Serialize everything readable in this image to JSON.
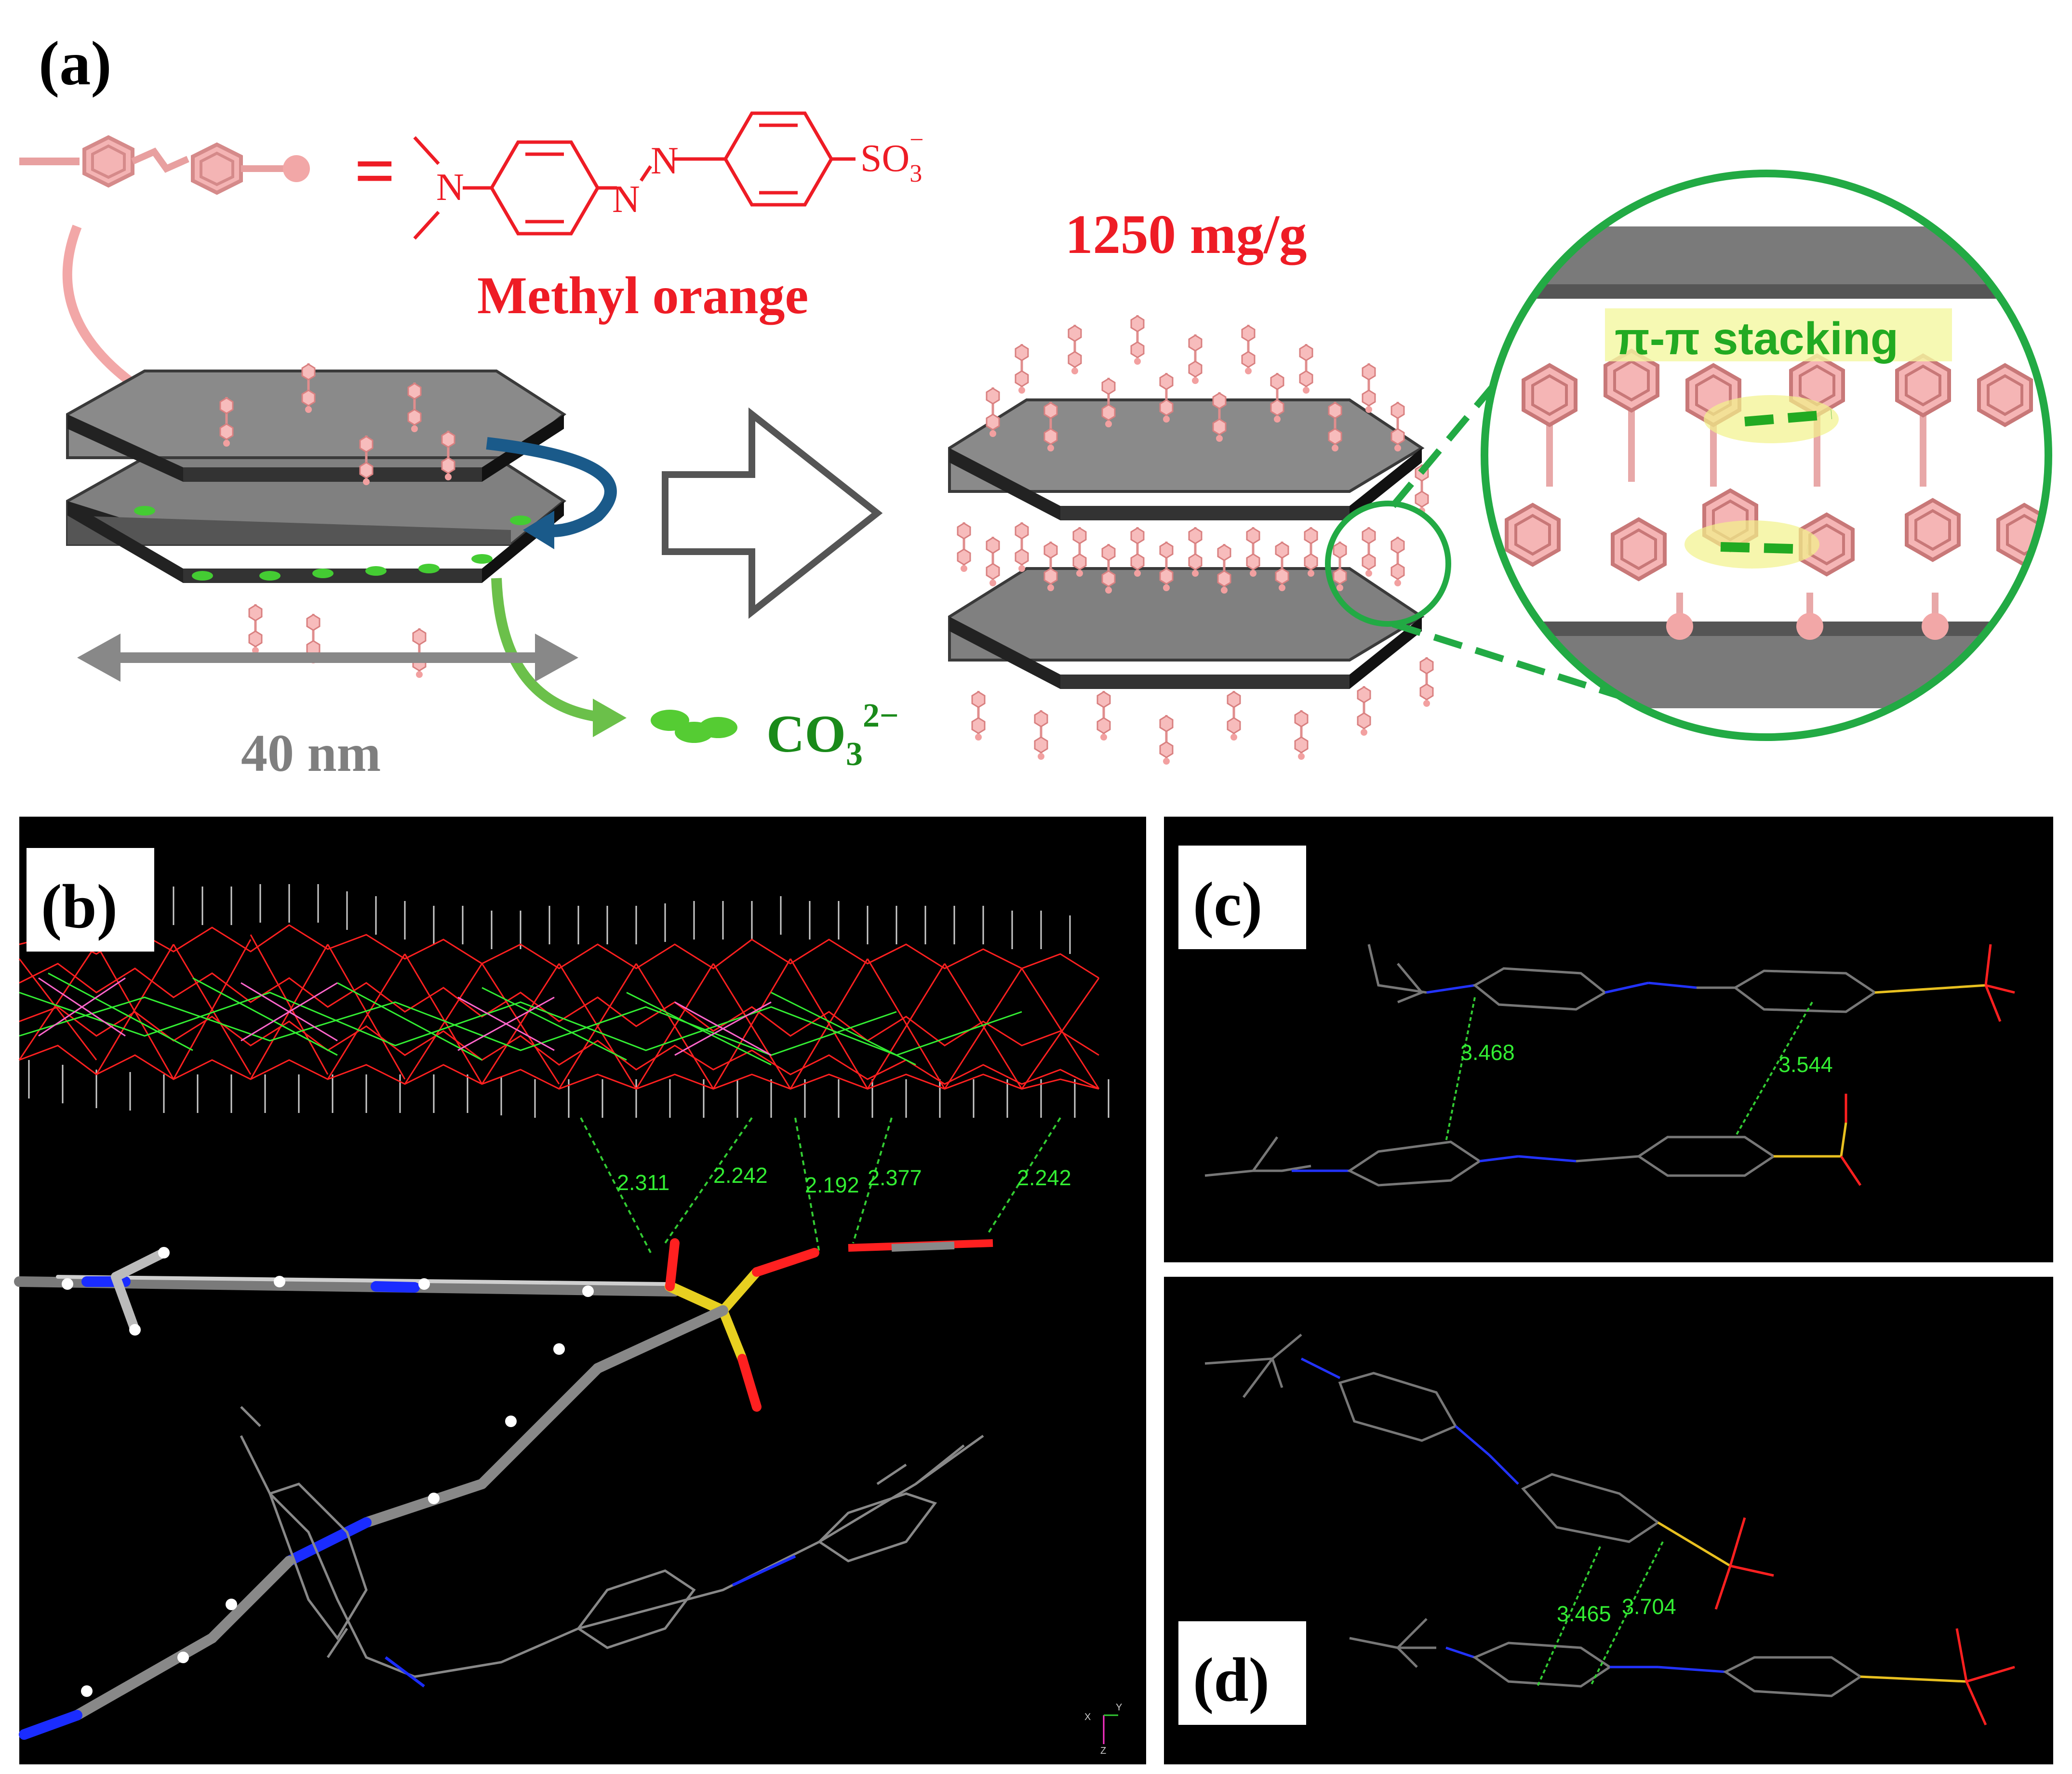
{
  "colors": {
    "red": "#ee1c25",
    "pink": "#f2a7a7",
    "gray_text": "#7f7f7f",
    "green_text": "#1a8a1a",
    "measure_green": "#33cc33",
    "stacking_green": "#22aa22",
    "blue_arrow": "#1a5a8a",
    "panel_bg": "#000000"
  },
  "panel_a": {
    "label": "(a)",
    "dye_equals": "=",
    "so3": "SO",
    "so3_sub": "3",
    "so3_sup": "−",
    "n_label": "N",
    "dye_name": "Methyl orange",
    "capacity": "1250 mg/g",
    "size_label": "40 nm",
    "carbonate": "CO",
    "carbonate_sub": "3",
    "carbonate_sup": "2−",
    "stacking_label": "π-π stacking"
  },
  "panel_b": {
    "label": "(b)",
    "distances": [
      "2.311",
      "2.242",
      "2.192",
      "2.377",
      "2.242"
    ],
    "axis_x": "X",
    "axis_y": "Y",
    "axis_z": "Z"
  },
  "panel_c": {
    "label": "(c)",
    "distances": [
      "3.468",
      "3.544"
    ]
  },
  "panel_d": {
    "label": "(d)",
    "distances": [
      "3.465",
      "3.704"
    ]
  }
}
